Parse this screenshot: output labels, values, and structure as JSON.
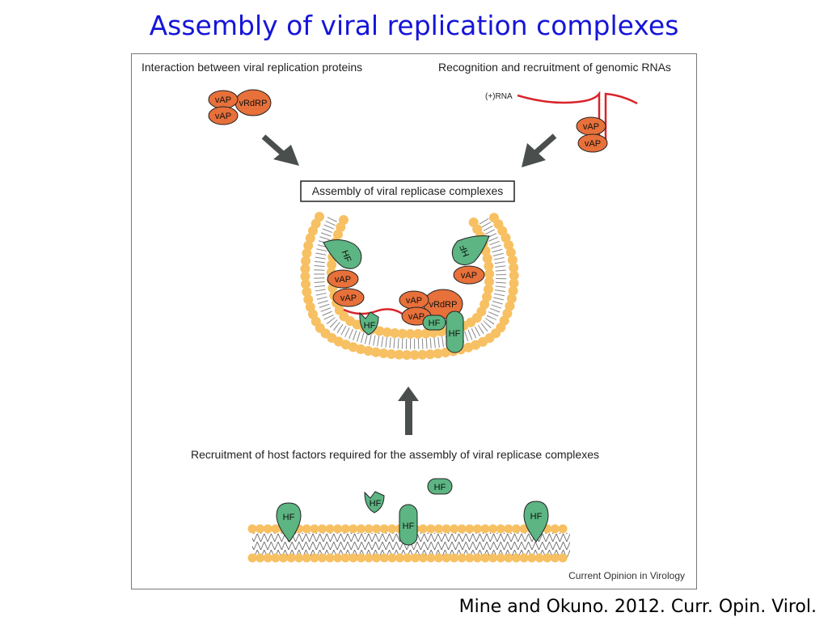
{
  "slide": {
    "title": "Assembly of viral replication complexes",
    "citation": "Mine and Okuno. 2012. Curr. Opin. Virol."
  },
  "figure": {
    "panel_top_left": "Interaction between viral replication proteins",
    "panel_top_right": "Recognition and recruitment of genomic RNAs",
    "center_box": "Assembly of viral replicase complexes",
    "bottom_caption": "Recruitment of host factors required for the assembly of viral replicase complexes",
    "journal_credit": "Current Opinion in Virology",
    "labels": {
      "vap": "vAP",
      "vrdrp": "vRdRP",
      "hf": "HF",
      "rna": "(+)RNA"
    }
  },
  "colors": {
    "title": "#1515d8",
    "viral_protein": "#e8703a",
    "host_factor": "#5cb582",
    "lipid_head": "#f7c062",
    "rna": "#d9242a",
    "arrow": "#4a4f4d"
  }
}
